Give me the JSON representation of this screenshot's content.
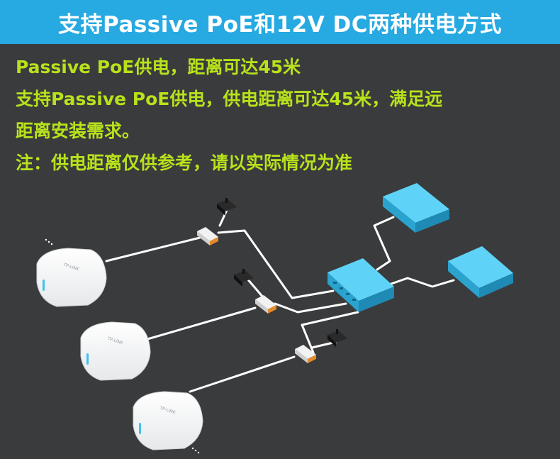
{
  "banner": {
    "title": "支持Passive PoE和12V DC两种供电方式"
  },
  "body_text": {
    "heading": "Passive PoE供电，距离可达45米",
    "description_line1": "支持Passive PoE供电，供电距离可达45米，满足远",
    "description_line2": "距离安装需求。",
    "note": "注：供电距离仅供参考，请以实际情况为准"
  },
  "diagram": {
    "ap_brand": "TP-LINK"
  },
  "colors": {
    "banner_bg": "#27a9e1",
    "text_accent": "#b8e21b",
    "background": "#3a3b3d",
    "switch_blue": "#3ec3ef",
    "cable": "#ffffff"
  }
}
